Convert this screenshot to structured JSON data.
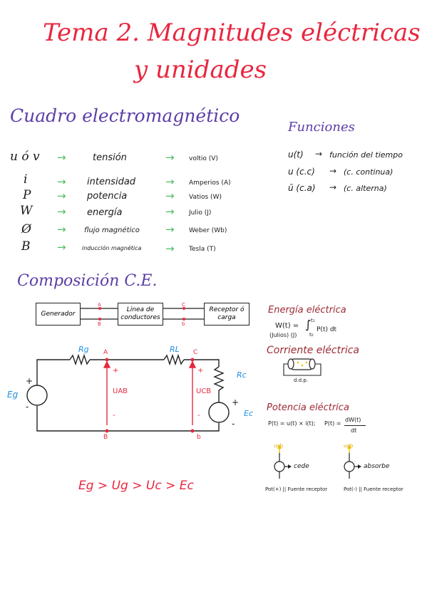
{
  "title": {
    "line1": "Tema 2. Magnitudes eléctricas",
    "line2": "y unidades"
  },
  "cuadro": {
    "heading": "Cuadro electromagnético",
    "rows": [
      {
        "symbol": "u ó v",
        "name": "tensión",
        "unit": "voltio (V)"
      },
      {
        "symbol": "i",
        "name": "intensidad",
        "unit": "Amperios (A)"
      },
      {
        "symbol": "P",
        "name": "potencia",
        "unit": "Vatios (W)"
      },
      {
        "symbol": "W",
        "name": "energía",
        "unit": "Julio (J)"
      },
      {
        "symbol": "Ø",
        "name": "flujo magnético",
        "unit": "Weber (Wb)"
      },
      {
        "symbol": "B",
        "name": "inducción magnética",
        "unit": "Tesla (T)"
      }
    ],
    "arrow": "→"
  },
  "funciones": {
    "heading": "Funciones",
    "rows": [
      {
        "expr": "u(t)",
        "desc": "función del tiempo"
      },
      {
        "expr": "u (c.c)",
        "desc": "(c. continua)"
      },
      {
        "expr": "ū (c.a)",
        "desc": "(c. alterna)"
      }
    ],
    "arrow": "→"
  },
  "composicion": {
    "heading": "Composición C.E.",
    "blocks": [
      "Generador",
      "Linea de conductores",
      "Receptor ó carga"
    ],
    "points": {
      "A": "A",
      "B": "B",
      "C": "C",
      "b": "b"
    },
    "labels": {
      "rg": "Rg",
      "rl": "RL",
      "rc": "Rc",
      "eg": "Eg",
      "ec": "Ec",
      "uab": "UAB",
      "ucb": "UCB",
      "plus": "+",
      "minus": "-"
    }
  },
  "inequality": "Eg > Ug > Uc > Ec",
  "energia": {
    "heading": "Energía eléctrica",
    "formula_left": "W(t) =",
    "formula_int": "∫",
    "formula_limits_top": "t₁",
    "formula_limits_bottom": "t₀",
    "formula_body": "P(t) dt",
    "units": "(Julios) (J)"
  },
  "corriente": {
    "heading": "Corriente eléctrica",
    "ddp": "d.d.p."
  },
  "potencia": {
    "heading": "Potencia eléctrica",
    "formula1": "P(t) = u(t) × i(t);",
    "formula2_lhs": "P(t) =",
    "formula2_num": "dW(t)",
    "formula2_den": "dt",
    "cede": "cede",
    "absorbe": "absorbe",
    "uab_label": "uab",
    "note_left": "Pot(+) || Fuente receptor",
    "note_right": "Pot(-) || Fuente receptor"
  }
}
